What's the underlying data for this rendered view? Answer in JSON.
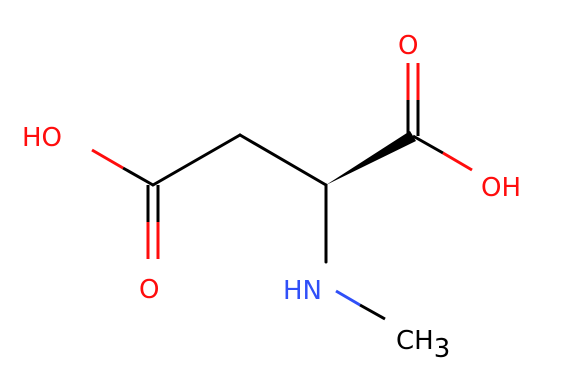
{
  "molecule": {
    "labels": {
      "oh_left": "HO",
      "o_left": "O",
      "o_top_right": "O",
      "oh_right": "OH",
      "nh": "HN",
      "ch3_main": "CH",
      "ch3_sub": "3"
    },
    "colors": {
      "bond": "#000000",
      "oxygen": "#ff0d0d",
      "nitrogen": "#3050f8",
      "carbon": "#000000"
    }
  }
}
